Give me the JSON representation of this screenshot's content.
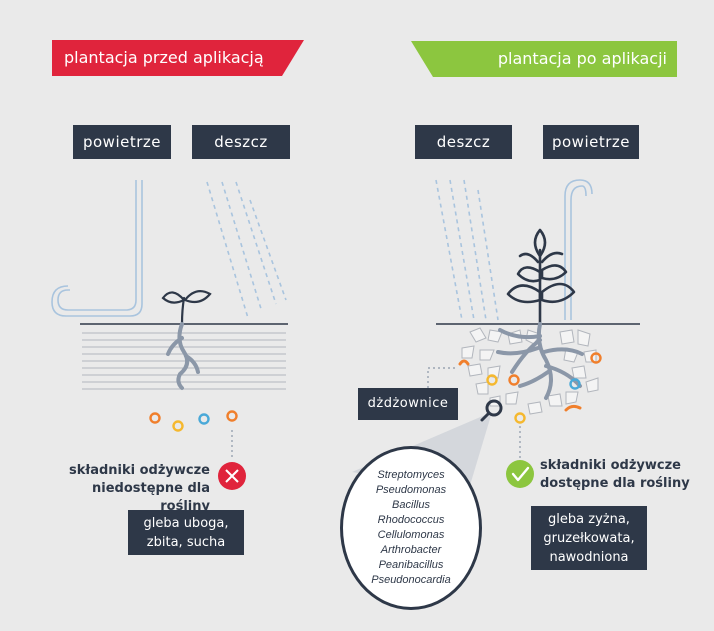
{
  "left_panel": {
    "banner": "plantacja przed aplikacją",
    "label_air": "powietrze",
    "label_rain": "deszcz",
    "nutrients_note": [
      "składniki odżywcze",
      "niedostępne dla rośliny"
    ],
    "soil_box": [
      "gleba uboga,",
      "zbita, sucha"
    ]
  },
  "right_panel": {
    "banner": "plantacja po aplikacji",
    "label_rain": "deszcz",
    "label_air": "powietrze",
    "earthworms_label": "dżdżownice",
    "nutrients_note": [
      "składniki odżywcze",
      "dostępne dla rośliny"
    ],
    "soil_box": [
      "gleba zyżna,",
      "gruzełkowata,",
      "nawodniona"
    ],
    "bacteria": [
      "Streptomyces",
      "Pseudomonas",
      "Bacillus",
      "Rhodococcus",
      "Cellulomonas",
      "Arthrobacter",
      "Peanibacillus",
      "Pseudonocardia"
    ]
  },
  "colors": {
    "dark": "#2e3848",
    "red": "#e0243c",
    "green": "#8cc63f",
    "orange": "#f07f2c",
    "yellow": "#f5b82e",
    "blue": "#4aa9d8",
    "line_blue": "#a9c4de"
  },
  "icons": {
    "negative": "x-circle-icon",
    "positive": "check-circle-icon",
    "magnifier": "magnifier-icon"
  }
}
